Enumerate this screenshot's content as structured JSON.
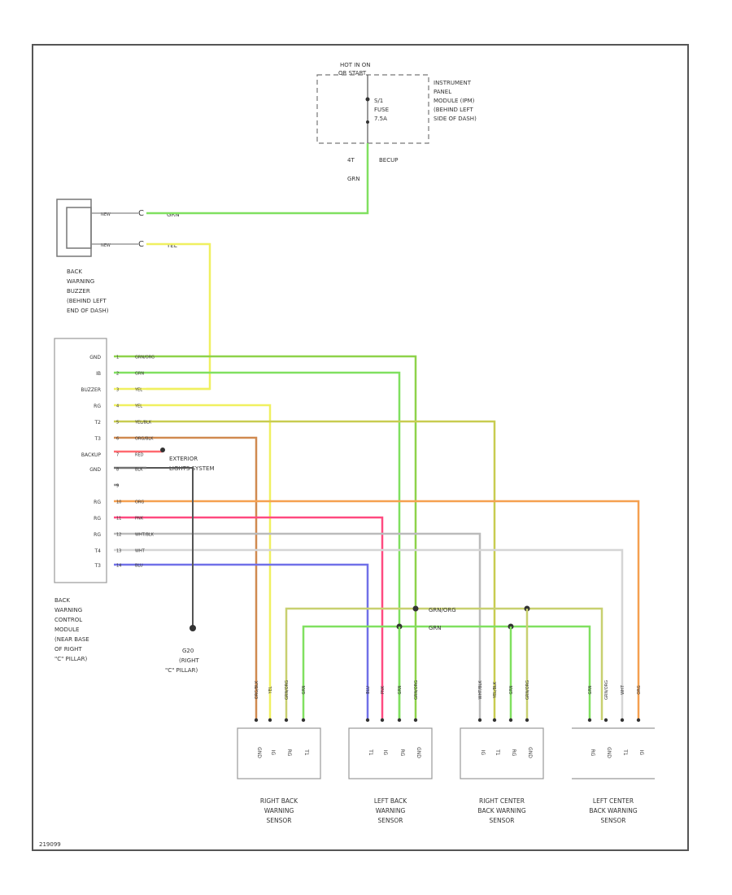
{
  "power": {
    "label1": "HOT IN ON",
    "label2": "OR START",
    "fuse1": "S/1",
    "fuse2": "FUSE",
    "fuse3": "7.5A",
    "pin": "4T",
    "conn": "BECUP",
    "wire": "GRN",
    "ipm": [
      "INSTRUMENT",
      "PANEL",
      "MODULE (IPM)",
      "(BEHIND LEFT",
      "SIDE OF DASH)"
    ]
  },
  "buzzer": {
    "wire1_term": "NEW",
    "wire1_color": "GRN",
    "wire2_term": "NEW",
    "wire2_color": "YEL",
    "caption": [
      "BACK",
      "WARNING",
      "BUZZER",
      "(BEHIND LEFT",
      "END OF DASH)"
    ]
  },
  "module": {
    "pins": [
      "GND",
      "IB",
      "BUZZER",
      "RG",
      "T2",
      "T3",
      "BACKUP",
      "GND",
      "",
      "RG",
      "RG",
      "RG",
      "T4",
      "T3"
    ],
    "caption": [
      "BACK",
      "WARNING",
      "CONTROL",
      "MODULE",
      "(NEAR BASE",
      "OF RIGHT",
      "\"C\" PILLAR)"
    ]
  },
  "wires": [
    {
      "term": "1",
      "label": "GRN/ORG",
      "color": "#8ed24a"
    },
    {
      "term": "2",
      "label": "GRN",
      "color": "#80e060"
    },
    {
      "term": "3",
      "label": "YEL",
      "color": "#f0f060"
    },
    {
      "term": "4",
      "label": "YEL",
      "color": "#f0f060"
    },
    {
      "term": "5",
      "label": "YEL/BLK",
      "color": "#c8cc50"
    },
    {
      "term": "6",
      "label": "ORG/BLK",
      "color": "#d08a50"
    },
    {
      "term": "7",
      "label": "RED",
      "color": "#ff6a70"
    },
    {
      "term": "8",
      "label": "BLK",
      "color": "#707070"
    },
    {
      "term": "9",
      "label": "",
      "color": "#999999"
    },
    {
      "term": "10",
      "label": "ORG",
      "color": "#f5a050"
    },
    {
      "term": "11",
      "label": "PNK",
      "color": "#ff4a80"
    },
    {
      "term": "12",
      "label": "WHT/BLK",
      "color": "#bbbbbb"
    },
    {
      "term": "13",
      "label": "WHT",
      "color": "#d5d5d5"
    },
    {
      "term": "14",
      "label": "BLU",
      "color": "#7070e8"
    }
  ],
  "exterior": [
    "EXTERIOR",
    "LIGHTS SYSTEM"
  ],
  "ground": [
    "G20",
    "(RIGHT",
    "\"C\" PILLAR)"
  ],
  "bus_labels": {
    "top": "GRN/ORG",
    "bottom": "GRN"
  },
  "sensors": [
    {
      "caption": [
        "RIGHT BACK",
        "WARNING",
        "SENSOR"
      ],
      "pins": [
        "GND",
        "IG",
        "RG",
        "T1"
      ],
      "wires": [
        "ORG/BLK",
        "YEL",
        "GRN/ORG",
        "GRN"
      ]
    },
    {
      "caption": [
        "LEFT BACK",
        "WARNING",
        "SENSOR"
      ],
      "pins": [
        "T1",
        "IG",
        "RG",
        "GND"
      ],
      "wires": [
        "BLU",
        "PNK",
        "GRN",
        "GRN/ORG"
      ]
    },
    {
      "caption": [
        "RIGHT CENTER",
        "BACK WARNING",
        "SENSOR"
      ],
      "pins": [
        "IG",
        "T1",
        "RG",
        "GND"
      ],
      "wires": [
        "WHT/BLK",
        "YEL/BLK",
        "GRN",
        "GRN/ORG"
      ]
    },
    {
      "caption": [
        "LEFT CENTER",
        "BACK WARNING",
        "SENSOR"
      ],
      "pins": [
        "RG",
        "GND",
        "T1",
        "IG"
      ],
      "wires": [
        "GRN",
        "GRN/ORG",
        "WHT",
        "ORG"
      ]
    }
  ],
  "figure_code": "219099"
}
